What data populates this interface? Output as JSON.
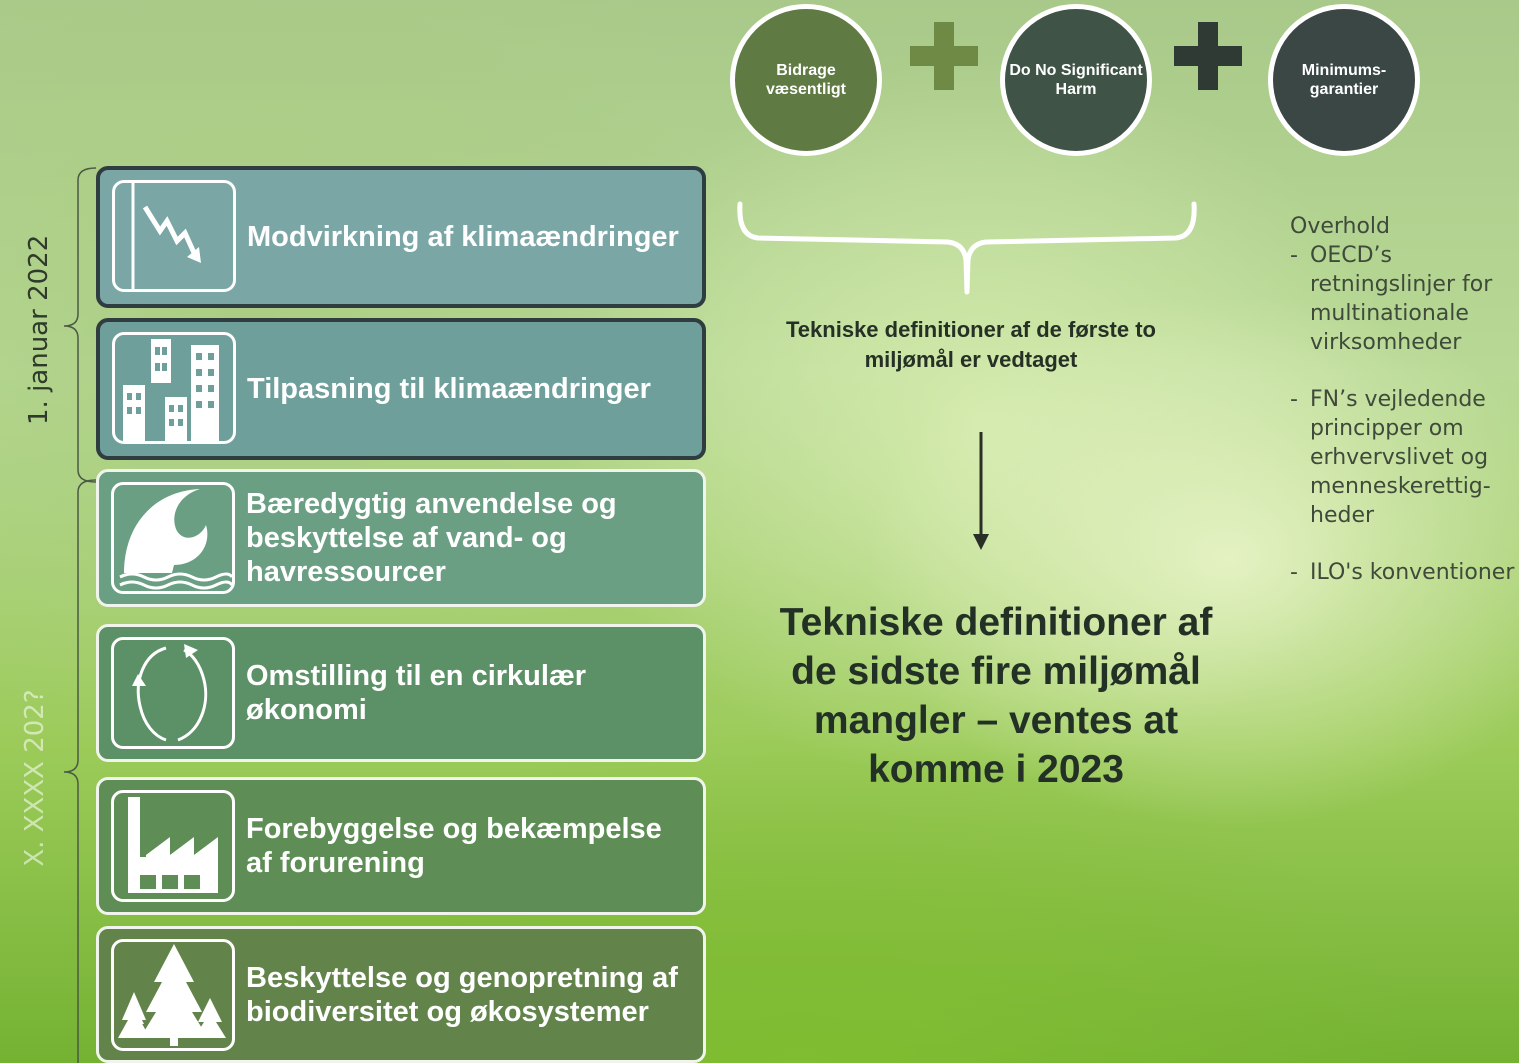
{
  "timeline": {
    "label_top": "1. januar 2022",
    "label_bottom": "X. XXXX 202?"
  },
  "goals": [
    {
      "icon": "climate-mitigation-icon",
      "label": "Modvirkning af klimaændringer"
    },
    {
      "icon": "climate-adaptation-icon",
      "label": "Tilpasning til klimaændringer"
    },
    {
      "icon": "water-wave-icon",
      "label": "Bæredygtig anvendelse og beskyttelse af vand- og havressourcer"
    },
    {
      "icon": "circular-arrows-icon",
      "label": "Omstilling til en cirkulær økonomi"
    },
    {
      "icon": "factory-icon",
      "label": "Forebyggelse og bekæmpelse af forurening"
    },
    {
      "icon": "trees-icon",
      "label": "Beskyttelse og genopretning af biodiversitet og økosystemer"
    }
  ],
  "criteria": {
    "c1": "Bidrage væsentligt",
    "c2": "Do No Significant Harm",
    "c3": "Minimums-garantier"
  },
  "colors": {
    "plus_light": "#6e8a45",
    "plus_dark": "#2f3a34"
  },
  "caption": "Tekniske definitioner af de første to miljømål er vedtaget",
  "pending": "Tekniske definitioner af de sidste fire miljømål mangler – ventes at komme i 2023",
  "compliance": {
    "heading": "Overhold",
    "items": [
      "OECD’s retningslinjer for multinationale virksomheder",
      "FN’s vejledende principper om erhvervslivet og menneskerettig-heder",
      "ILO's konventioner"
    ]
  }
}
